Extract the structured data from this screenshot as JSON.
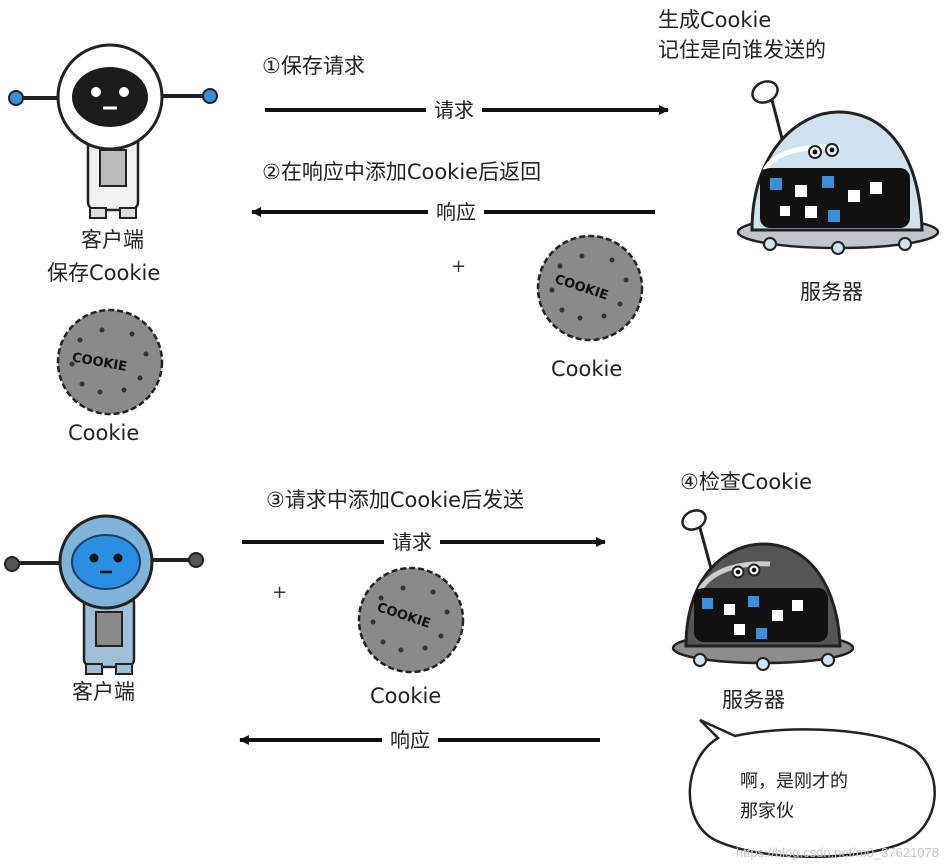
{
  "top": {
    "step1": "①保存请求",
    "step2": "②在响应中添加Cookie后返回",
    "arrow_request": "请求",
    "arrow_response": "响应",
    "client_label_1": "客户端",
    "client_label_2": "保存Cookie",
    "client_cookie_label": "Cookie",
    "server_note_1": "生成Cookie",
    "server_note_2": "记住是向谁发送的",
    "server_label": "服务器",
    "response_cookie_label": "Cookie",
    "plus": "+"
  },
  "bottom": {
    "step3": "③请求中添加Cookie后发送",
    "step4": "④检查Cookie",
    "arrow_request": "请求",
    "arrow_response": "响应",
    "client_label": "客户端",
    "request_cookie_label": "Cookie",
    "server_label": "服务器",
    "plus": "+",
    "bubble_line1": "啊，是刚才的",
    "bubble_line2": "那家伙"
  },
  "cookie_text": "COOKIE",
  "watermark": "https://blog.csdn.net/m0_37621078",
  "colors": {
    "robot_face_dark": "#1c1c1c",
    "robot_blue": "#7fb4d8",
    "robot_face_blue": "#2a8fe0",
    "cookie_gray": "#8a8a8a",
    "server_dome_light": "#cfe2f0",
    "server_dome_dark": "#555555",
    "accent_blue": "#3a8fd9"
  }
}
